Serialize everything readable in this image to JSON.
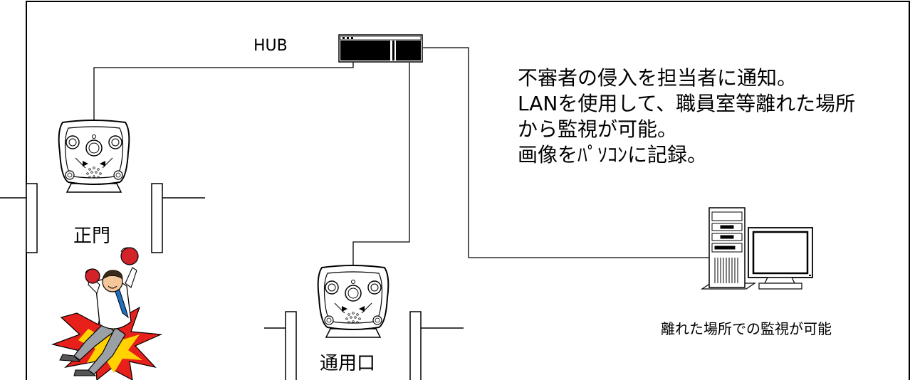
{
  "labels": {
    "hub": "HUB",
    "main_gate": "正門",
    "side_gate": "通用口",
    "remote_note": "離れた場所での監視が可能"
  },
  "description": {
    "lines": [
      "不審者の侵入を担当者に通知。",
      "LANを使用して、職員室等離れた場所",
      "から監視が可能。",
      "画像をﾊﾟｿｺﾝに記録。"
    ]
  },
  "colors": {
    "line": "#000000",
    "glove": "#d2232a",
    "tie": "#1f6fc1",
    "burst_outer": "#e8201c",
    "burst_inner": "#ffd200",
    "skin": "#f6c79a",
    "shirt": "#ffffff",
    "pants": "#9aa0a6"
  }
}
